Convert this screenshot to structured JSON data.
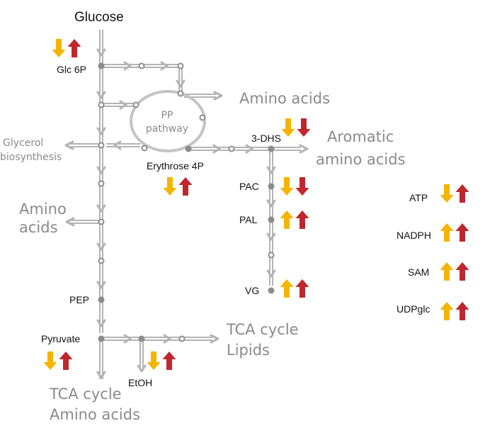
{
  "labels": {
    "glucose": "Glucose",
    "glc6p": "Glc 6P",
    "pp_line1": "PP",
    "pp_line2": "pathway",
    "amino_acids_top": "Amino acids",
    "three_dhs": "3-DHS",
    "aromatic_line1": "Aromatic",
    "aromatic_line2": "amino acids",
    "glycerol_line1": "Glycerol",
    "glycerol_line2": "biosynthesis",
    "erythrose4p": "Erythrose 4P",
    "amino_left_line1": "Amino",
    "amino_left_line2": "acids",
    "pac": "PAC",
    "pal": "PAL",
    "vg": "VG",
    "pep": "PEP",
    "pyruvate": "Pyruvate",
    "etoh": "EtOH",
    "tca_right_line1": "TCA cycle",
    "tca_right_line2": "Lipids",
    "tca_bottom_line1": "TCA cycle",
    "tca_bottom_line2": "Amino acids",
    "atp": "ATP",
    "nadph": "NADPH",
    "sam": "SAM",
    "udpglc": "UDPglc"
  },
  "indicators": {
    "glucose": [
      "down",
      "up"
    ],
    "three_dhs": [
      "down",
      "down"
    ],
    "erythrose4p": [
      "down",
      "up"
    ],
    "pac": [
      "down",
      "down"
    ],
    "pal": [
      "up",
      "up"
    ],
    "vg": [
      "up",
      "up"
    ],
    "pyruvate": [
      "down",
      "up"
    ],
    "etoh": [
      "down",
      "up"
    ],
    "atp": [
      "down",
      "up"
    ],
    "nadph": [
      "up",
      "up"
    ],
    "sam": [
      "up",
      "up"
    ],
    "udpglc": [
      "up",
      "up"
    ]
  },
  "colors": {
    "arrow_first": "#f5b400",
    "arrow_second": "#c0272d",
    "pipe": "#b3b3b3",
    "node": "#8c8c8c",
    "grey_text": "#8a8a8a"
  }
}
